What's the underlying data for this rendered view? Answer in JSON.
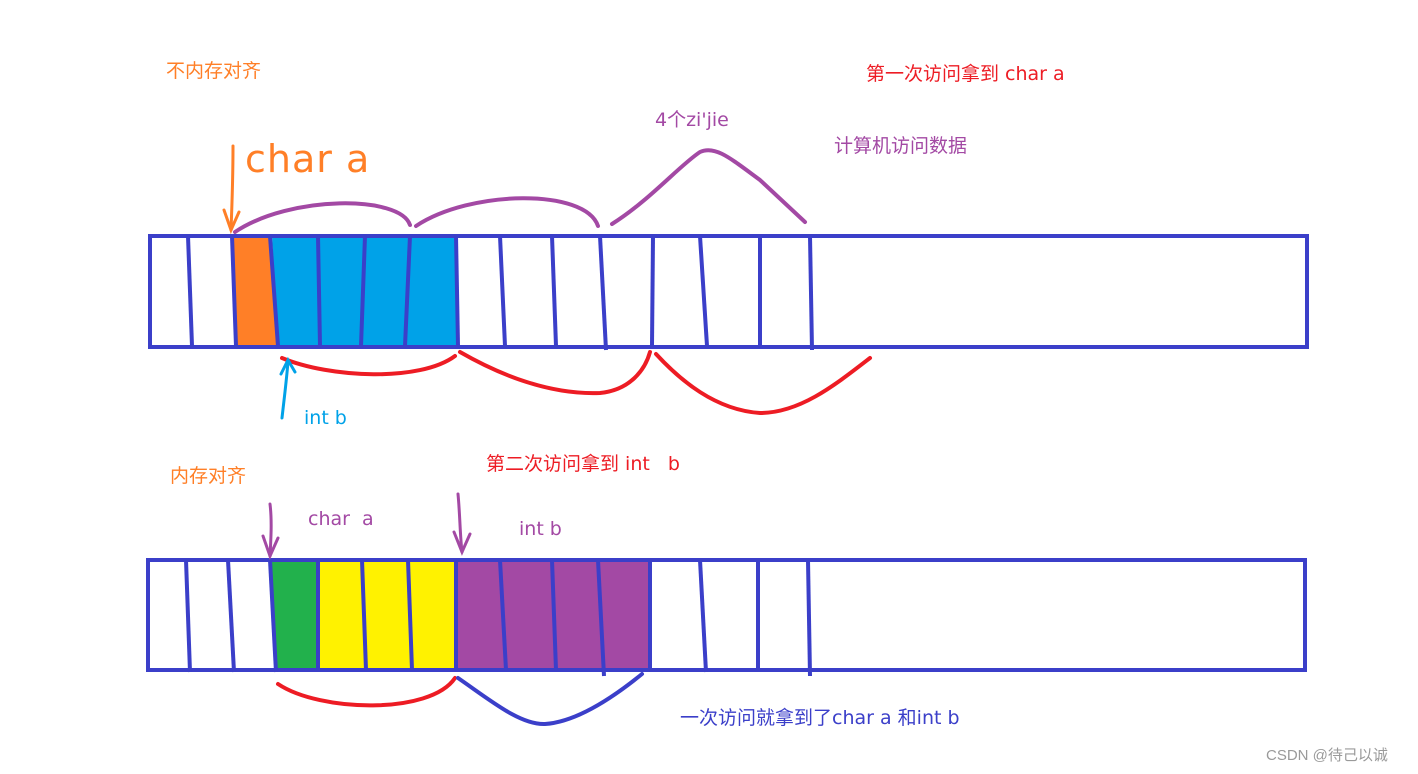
{
  "colors": {
    "frame": "#3b3fc9",
    "orange": "#ff7f27",
    "blue": "#00a2e8",
    "red": "#ed1c24",
    "purple": "#a349a4",
    "green": "#22b14c",
    "yellow": "#fff200",
    "watermark": "#9a9a9a"
  },
  "top": {
    "heading": "不内存对齐",
    "handwritten": "char a",
    "access_note": "第一次访问拿到 char a",
    "chunk_label": "4个zi'jie",
    "computer_note": "计算机访问数据",
    "int_label": "int b"
  },
  "bottom": {
    "heading": "内存对齐",
    "access_note": "第二次访问拿到 int   b",
    "char_label": "char  a",
    "int_label": "int b",
    "result_note": "一次访问就拿到了char a 和int b"
  },
  "watermark": "CSDN @待己以诚"
}
